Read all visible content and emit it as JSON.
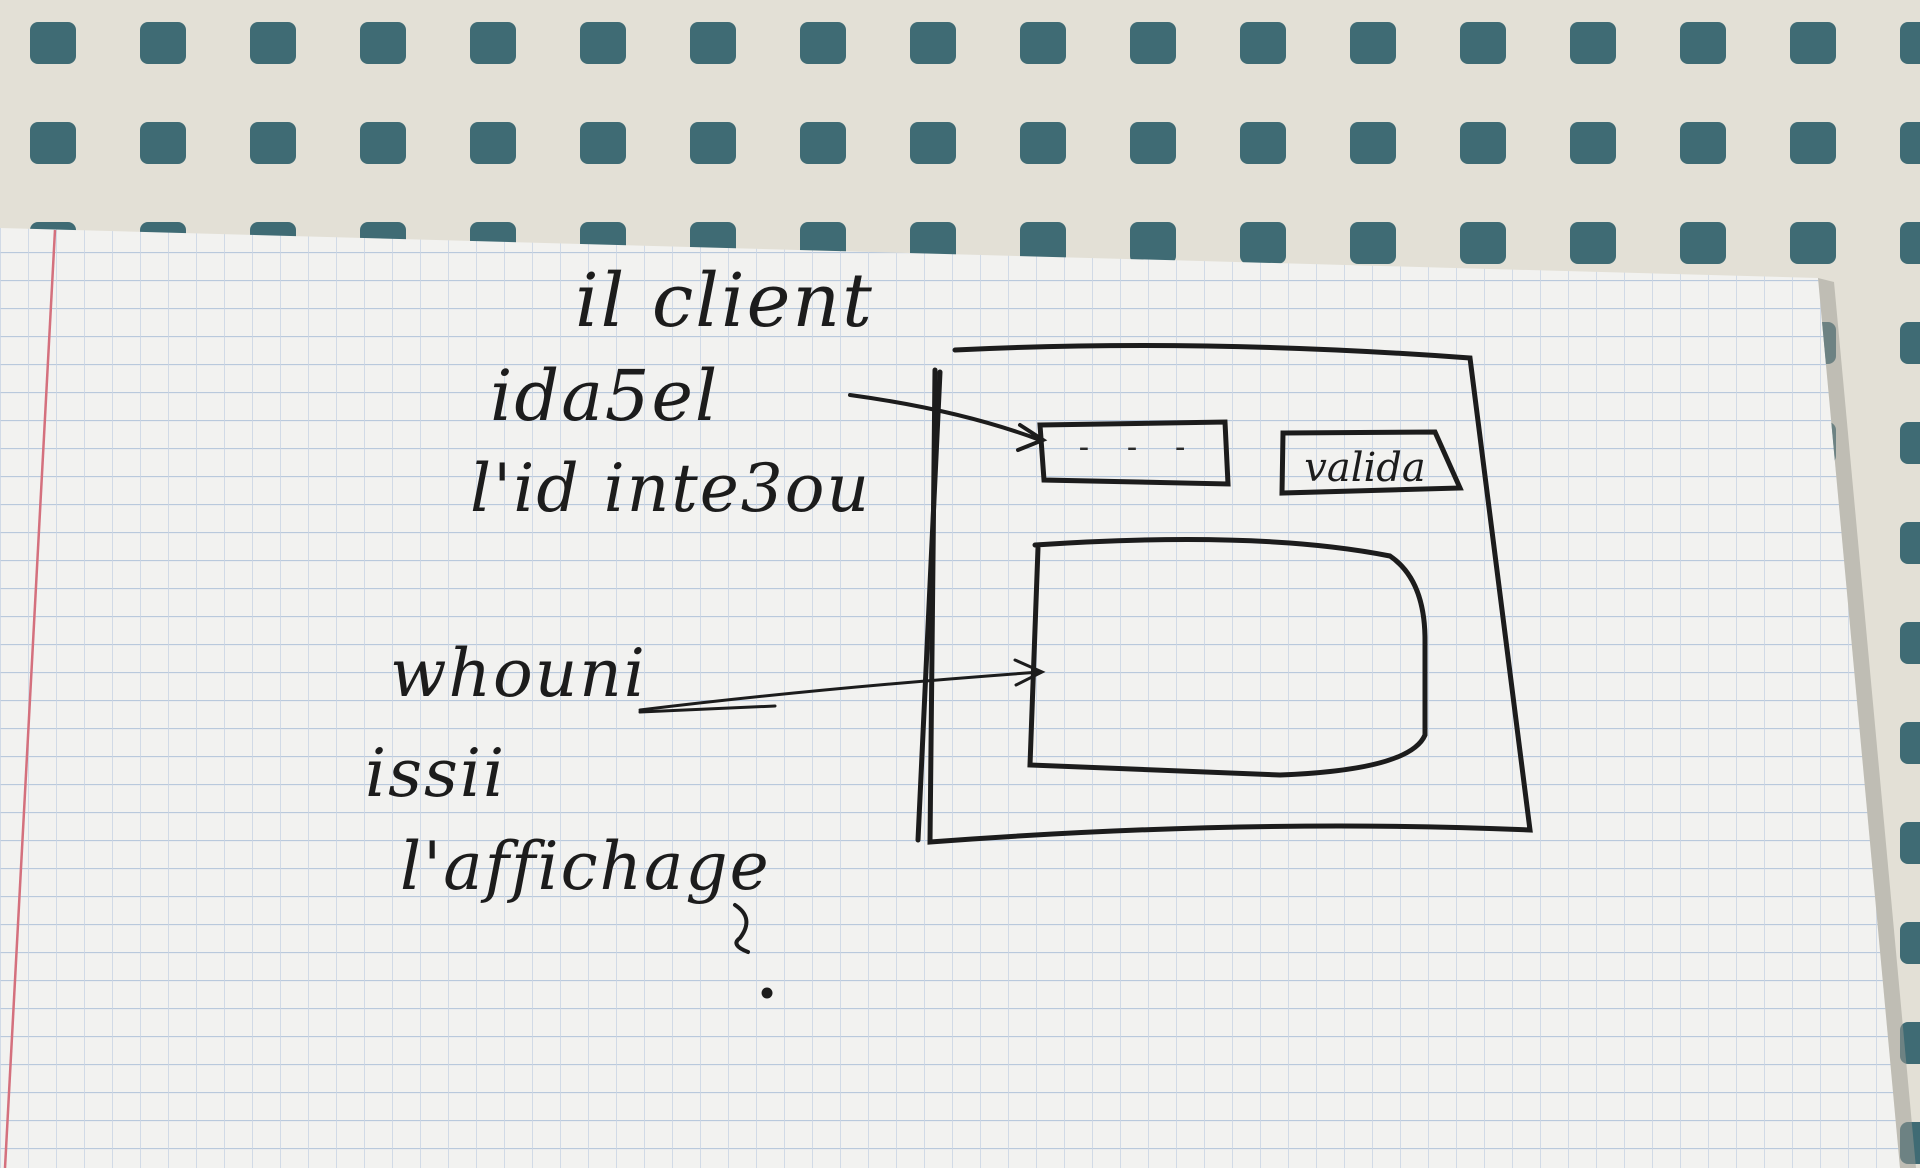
{
  "photo": {
    "tablecloth_color": "#e3e0d6",
    "tablecloth_dot_color": "#3f6b74",
    "paper_color": "#f2f2f0",
    "grid_line_color": "#b9c9dc",
    "margin_line_color": "#d4707d",
    "ink_color": "#1c1c1c"
  },
  "annotations": {
    "line1": "il client",
    "line2": "ida5el",
    "line3": "l'id inte3ou",
    "line4": "whouni",
    "line5": "issii",
    "line6": "l'affichage"
  },
  "sketch": {
    "input_placeholder": "- - -",
    "button_label": "valida"
  }
}
